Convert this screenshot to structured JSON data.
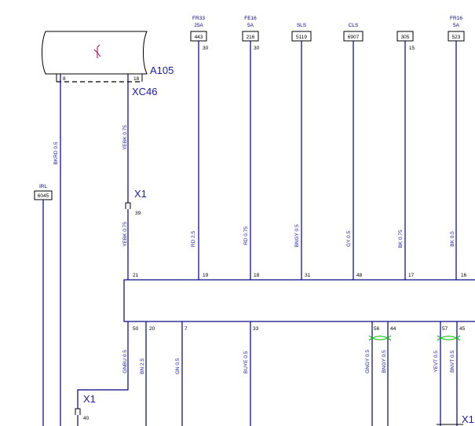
{
  "fuses": [
    {
      "name": "FR33",
      "rating": "25A",
      "code": "443",
      "pin": "30"
    },
    {
      "name": "FE16",
      "rating": "5A",
      "code": "216",
      "pin": "30"
    },
    {
      "name": "SLS",
      "rating": "",
      "code": "5119",
      "pin": ""
    },
    {
      "name": "CLS",
      "rating": "",
      "code": "6907",
      "pin": ""
    },
    {
      "name": "",
      "rating": "",
      "code": "305",
      "pin": "15"
    },
    {
      "name": "FR16",
      "rating": "5A",
      "code": "523",
      "pin": ""
    }
  ],
  "irl": {
    "name": "IRL",
    "code": "6045"
  },
  "component": {
    "ref": "A105",
    "connector": "XC46",
    "pin_left": "8",
    "pin_right": "18"
  },
  "connector_x1": {
    "label": "X1",
    "pin_upper": "39",
    "pin_lower": "40"
  },
  "upper_wires": [
    {
      "label": "BKRD 0.5"
    },
    {
      "label": "YEBK 0.75"
    },
    {
      "label": "YEBK 0.75",
      "pin": "21"
    },
    {
      "label": "RD 2.5",
      "pin": "19"
    },
    {
      "label": "RD 0.75",
      "pin": "18"
    },
    {
      "label": "BNGY 0.5",
      "pin": "31"
    },
    {
      "label": "GY 0.5",
      "pin": "48"
    },
    {
      "label": "BK 0.75",
      "pin": "17"
    },
    {
      "label": "BK 0.5",
      "pin": "16"
    }
  ],
  "lower_wires": [
    {
      "label": "GNBU 0.5",
      "pin": "50"
    },
    {
      "label": "BN 2.5",
      "pin": "20"
    },
    {
      "label": "GN 0.5",
      "pin": "7"
    },
    {
      "label": "BUYE 0.5",
      "pin": "33"
    },
    {
      "label": "GNGY 0.5",
      "pin": "56"
    },
    {
      "label": "BNGY 0.5",
      "pin": "44"
    },
    {
      "label": "YEVT 0.5",
      "pin": "57"
    },
    {
      "label": "BNVT 0.5",
      "pin": "45"
    }
  ],
  "colors": {
    "wire": "#000080",
    "label": "#1a1aaa",
    "twist": "#00bb00",
    "ground": "#aa0055"
  }
}
